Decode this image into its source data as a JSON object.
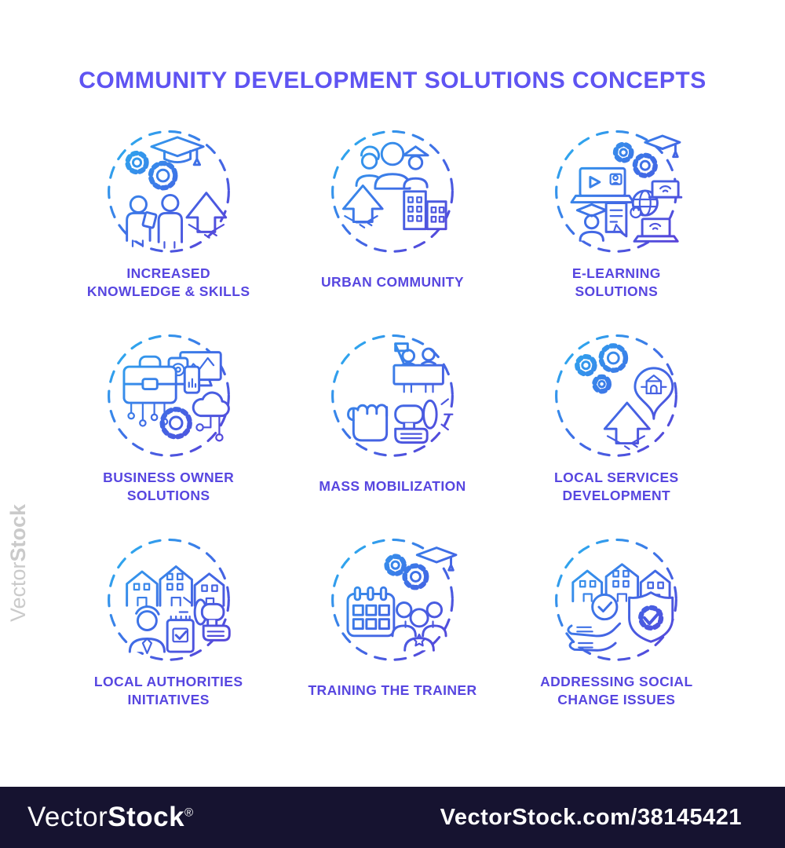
{
  "title": "COMMUNITY DEVELOPMENT SOLUTIONS CONCEPTS",
  "concepts": [
    {
      "label_line1": "INCREASED",
      "label_line2": "KNOWLEDGE & SKILLS"
    },
    {
      "label_line1": "URBAN COMMUNITY",
      "label_line2": ""
    },
    {
      "label_line1": "E-LEARNING",
      "label_line2": "SOLUTIONS"
    },
    {
      "label_line1": "BUSINESS OWNER",
      "label_line2": "SOLUTIONS"
    },
    {
      "label_line1": "MASS MOBILIZATION",
      "label_line2": ""
    },
    {
      "label_line1": "LOCAL SERVICES",
      "label_line2": "DEVELOPMENT"
    },
    {
      "label_line1": "LOCAL AUTHORITIES",
      "label_line2": "INITIATIVES"
    },
    {
      "label_line1": "TRAINING THE TRAINER",
      "label_line2": ""
    },
    {
      "label_line1": "ADDRESSING SOCIAL",
      "label_line2": "CHANGE ISSUES"
    }
  ],
  "watermark": {
    "regular": "Vector",
    "bold": "Stock"
  },
  "footer": {
    "logo_regular": "Vector",
    "logo_bold": "Stock",
    "registered_mark": "®",
    "url": "VectorStock.com/38145421"
  },
  "colors": {
    "title": "#5f54f2",
    "label": "#5746e0",
    "icon_gradient_start": "#2ab7f0",
    "icon_gradient_end": "#5a3ed8",
    "footer_background": "#161330",
    "footer_text": "#ffffff",
    "watermark_gray": "#bdbdbd"
  }
}
